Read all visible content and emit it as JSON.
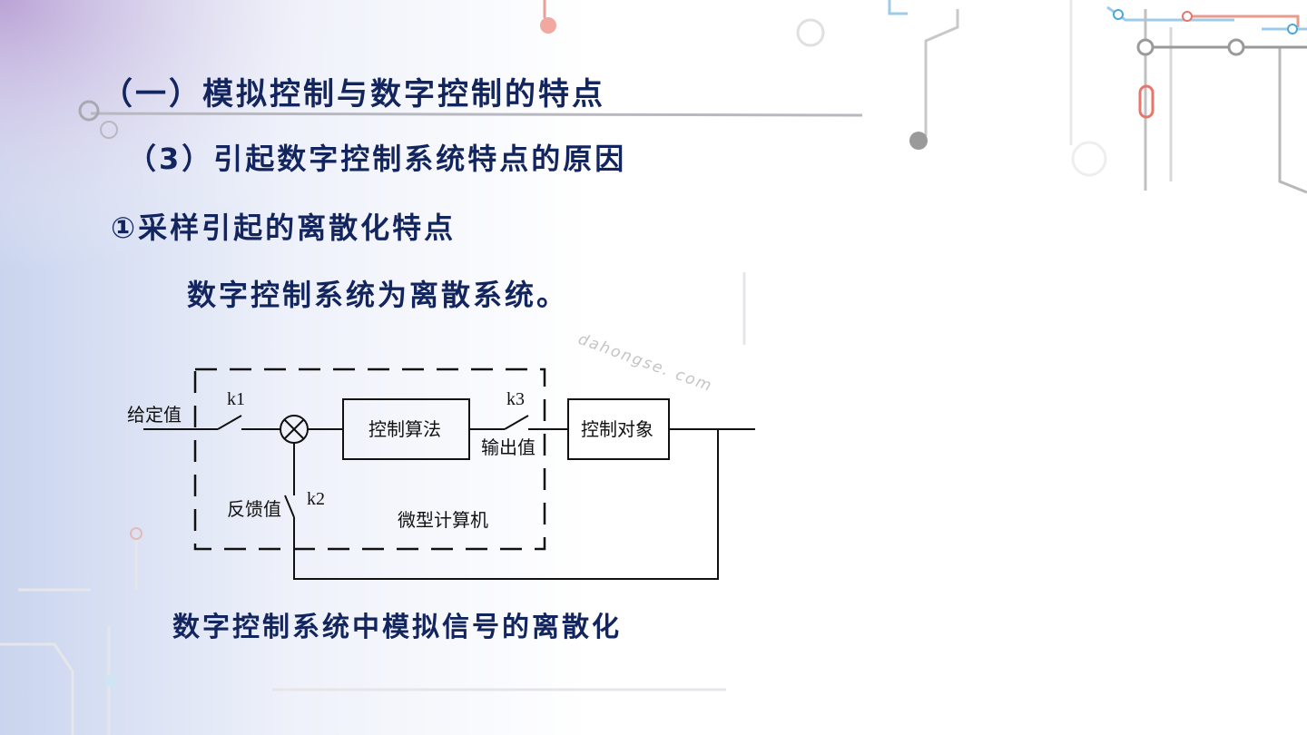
{
  "slide": {
    "heading_1": "（一）模拟控制与数字控制的特点",
    "heading_2": "（3）引起数字控制系统特点的原因",
    "heading_3": "①采样引起的离散化特点",
    "heading_4": "数字控制系统为离散系统。",
    "caption": "数字控制系统中模拟信号的离散化",
    "watermark": "dahongse. com"
  },
  "diagram": {
    "input_label": "给定值",
    "switch_k1": "k1",
    "switch_k2": "k2",
    "switch_k3": "k3",
    "controller_block": "控制算法",
    "output_value_label": "输出值",
    "plant_block": "控制对象",
    "feedback_label": "反馈值",
    "computer_label": "微型计算机"
  },
  "colors": {
    "heading_text": "#12255e",
    "diagram_line": "#111111",
    "accent_blue": "#4aa8e0",
    "accent_red": "#e8604c",
    "accent_gray": "#9a9a9a"
  }
}
